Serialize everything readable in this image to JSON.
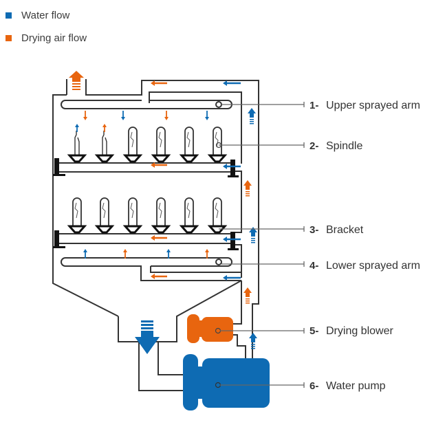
{
  "legend": {
    "items": [
      {
        "label": "Water flow",
        "color": "#0e6bb3",
        "icon": "square-swatch"
      },
      {
        "label": "Drying air flow",
        "color": "#e8650f",
        "icon": "square-swatch"
      }
    ]
  },
  "colors": {
    "water": "#0e6bb3",
    "air": "#e8650f",
    "outline": "#333333",
    "leader": "#666666"
  },
  "callouts": [
    {
      "number": "1-",
      "label": "Upper sprayed arm"
    },
    {
      "number": "2-",
      "label": "Spindle"
    },
    {
      "number": "3-",
      "label": "Bracket"
    },
    {
      "number": "4-",
      "label": "Lower sprayed arm"
    },
    {
      "number": "5-",
      "label": "Drying blower"
    },
    {
      "number": "6-",
      "label": "Water pump"
    }
  ]
}
